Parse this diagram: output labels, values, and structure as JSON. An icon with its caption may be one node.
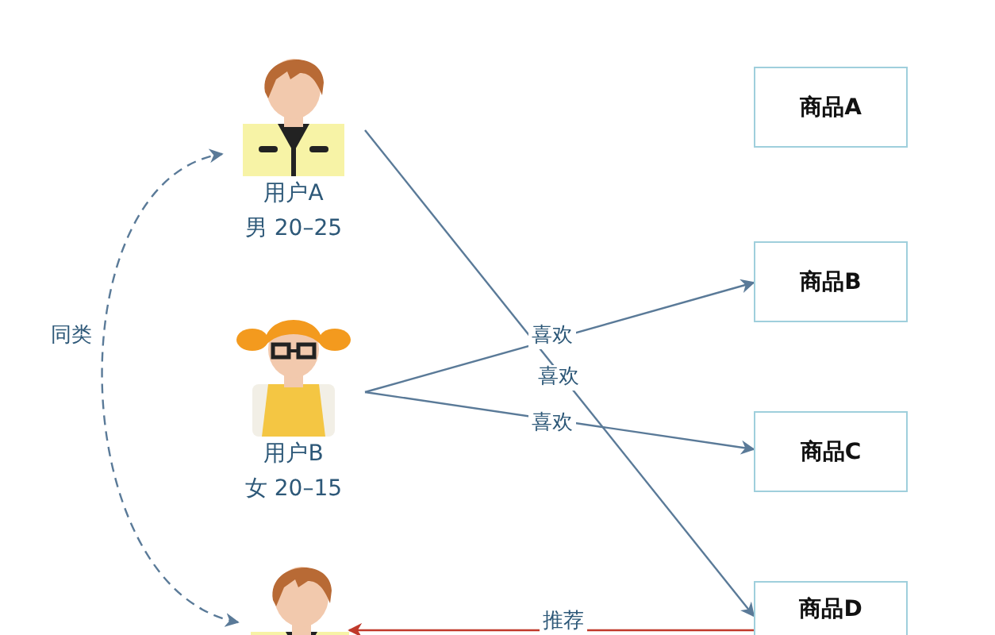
{
  "diagram": {
    "nodes": [
      {
        "text": [
          "用户A",
          "男 20–25"
        ]
      },
      {
        "text": [
          "用户B",
          "女 20–15"
        ]
      },
      {
        "text": [],
        "shape": "person"
      },
      {
        "text": [
          "商品A"
        ]
      },
      {
        "text": [
          "商品B"
        ]
      },
      {
        "text": [
          "商品C"
        ]
      },
      {
        "text": [
          "商品D"
        ]
      }
    ],
    "edges": [
      {
        "from": 2,
        "to": 0,
        "arrow": "both",
        "label": "同类",
        "style": "dashed"
      },
      {
        "from": 0,
        "to": 6,
        "arrow": "to",
        "label": "喜欢"
      },
      {
        "from": 1,
        "to": 4,
        "arrow": "to",
        "label": "喜欢"
      },
      {
        "from": 1,
        "to": 5,
        "arrow": "to",
        "label": "喜欢"
      },
      {
        "from": 6,
        "to": 2,
        "arrow": "to",
        "label": "推荐",
        "color": "#c0392b"
      }
    ]
  }
}
